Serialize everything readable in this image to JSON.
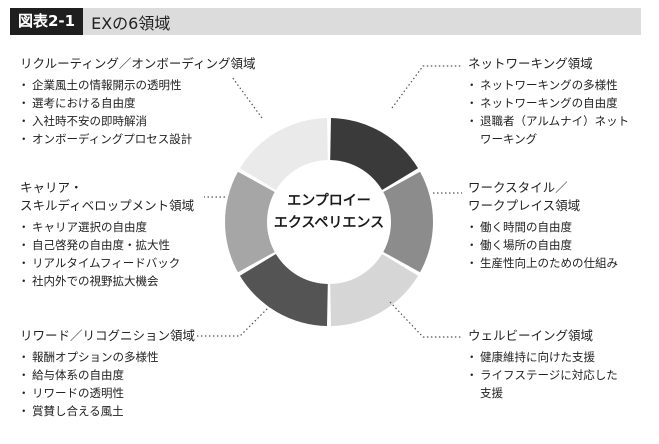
{
  "header": {
    "figure_label": "図表2-1",
    "title": "EXの6領域"
  },
  "center_label": {
    "line1": "エンプロイー",
    "line2": "エクスペリエンス"
  },
  "colors": {
    "seg_recruiting": "#eaeaea",
    "seg_network": "#3a3a3a",
    "seg_work": "#8c8c8c",
    "seg_wellbeing": "#d6d6d6",
    "seg_reward": "#545454",
    "seg_career": "#a6a6a6",
    "leader": "#555555"
  },
  "domains": {
    "recruiting": {
      "title": "リクルーティング／オンボーディング領域",
      "items": [
        "企業風土の情報開示の透明性",
        "選考における自由度",
        "入社時不安の即時解消",
        "オンボーディングプロセス設計"
      ]
    },
    "career": {
      "title": "キャリア・\nスキルディベロップメント領域",
      "items": [
        "キャリア選択の自由度",
        "自己啓発の自由度・拡大性",
        "リアルタイムフィードバック",
        "社内外での視野拡大機会"
      ]
    },
    "reward": {
      "title": "リワード／リコグニション領域",
      "items": [
        "報酬オプションの多様性",
        "給与体系の自由度",
        "リワードの透明性",
        "賞賛し合える風土"
      ]
    },
    "network": {
      "title": "ネットワーキング領域",
      "items": [
        "ネットワーキングの多様性",
        "ネットワーキングの自由度",
        "退職者（アルムナイ）ネット\nワーキング"
      ]
    },
    "work": {
      "title": "ワークスタイル／\nワークプレイス領域",
      "items": [
        "働く時間の自由度",
        "働く場所の自由度",
        "生産性向上のための仕組み"
      ]
    },
    "wellbeing": {
      "title": "ウェルビーイング領域",
      "items": [
        "健康維持に向けた支援",
        "ライフステージに対応した\n支援"
      ]
    }
  }
}
